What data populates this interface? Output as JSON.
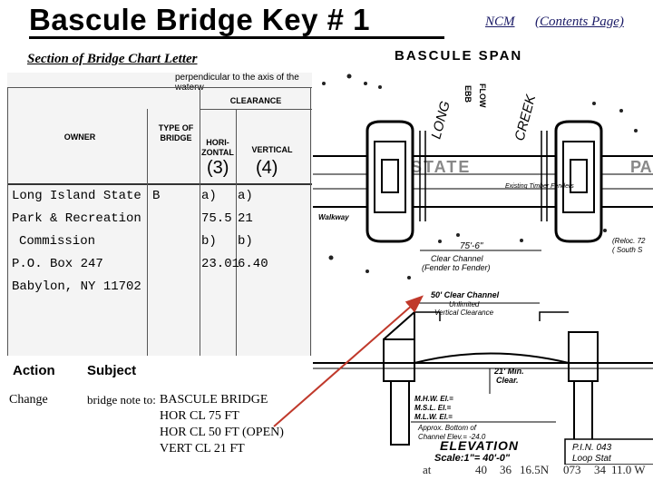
{
  "header": {
    "title": "Bascule Bridge Key # 1",
    "ncm_link": "NCM",
    "contents_link": "(Contents Page)"
  },
  "section_heading": "Section of Bridge Chart Letter",
  "scan_table": {
    "top_note": "perpendicular to the axis of the waterw",
    "clearance_header": "CLEARANCE",
    "owner_header": "OWNER",
    "type_header": "TYPE OF BRIDGE",
    "horizontal_header": "HORI-ZONTAL",
    "vertical_header": "VERTICAL",
    "horizontal_num": "(3)",
    "vertical_num": "(4)",
    "owner_lines": [
      "Long Island State",
      "Park & Recreation",
      " Commission",
      "P.O. Box 247",
      "Babylon, NY 11702"
    ],
    "type_value": "B",
    "horizontal_values": [
      "a)",
      "75.5",
      "b)",
      "23.01"
    ],
    "vertical_values": [
      "a)",
      "21",
      "b)",
      "6.40"
    ]
  },
  "action": {
    "action_header": "Action",
    "subject_header": "Subject",
    "action_value": "Change",
    "subject_prefix": "bridge note to:",
    "subject_lines": [
      "BASCULE BRIDGE",
      "HOR CL 75 FT",
      "HOR CL 50 FT (OPEN)",
      "VERT CL 21 FT"
    ]
  },
  "drawing": {
    "bascule_span": "BASCULE SPAN",
    "ebb": "EBB",
    "flow": "FLOW",
    "long": "LONG",
    "creek": "CREEK",
    "state": "STATE",
    "existing_timber": "Existing Timber Fenders",
    "walkway": "Walkway",
    "dimension": "75'-6\"",
    "clear_channel": "Clear Channel",
    "fender_to_fender": "(Fender to Fender)",
    "clear_channel_50": "50' Clear Channel",
    "unlimited": "Unlimited",
    "vertical_clearance": "Vertical Clearance",
    "min_clear_1": "21' Min.",
    "min_clear_2": "Clear.",
    "mhw": "M.H.W. El.= ",
    "msl": "M.S.L. El.= ",
    "mlw": "M.L.W. El.= ",
    "approx_bottom": "Approx. Bottom of",
    "channel_elev": "Channel Elev.= -24.0",
    "elevation": "ELEVATION",
    "scale": "Scale:1\"= 40'-0\"",
    "pin": "P.I.N. 043",
    "loop_state": "Loop Stat",
    "reloc": "(Reloc. 72",
    "south_s": "( South S",
    "pa": "PA"
  },
  "coordinates": {
    "prefix": "at",
    "lat_deg": "40",
    "lat_min": "36",
    "lat_sec": "16.5N",
    "lon_deg": "073",
    "lon_min": "34",
    "lon_sec": "11.0 W"
  },
  "colors": {
    "arrow": "#c0392b",
    "link": "#1a1a66"
  }
}
